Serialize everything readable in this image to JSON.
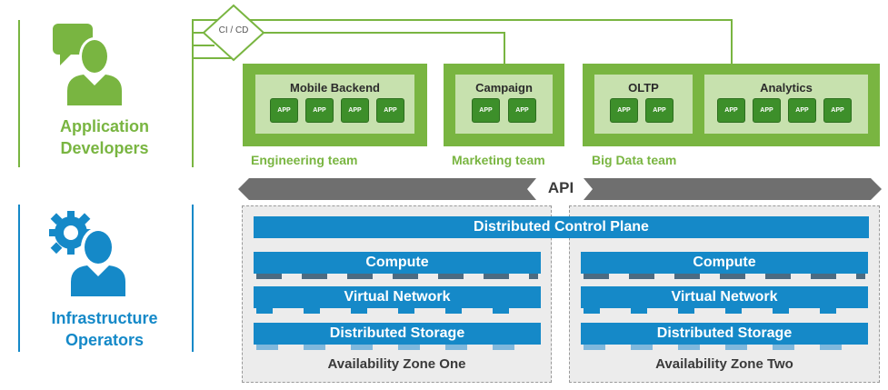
{
  "personas": {
    "developers": {
      "line1": "Application",
      "line2": "Developers",
      "icon": "developer-person-icon"
    },
    "operators": {
      "line1": "Infrastructure",
      "line2": "Operators",
      "icon": "operator-gear-person-icon"
    }
  },
  "cicd": {
    "label": "CI / CD"
  },
  "teams": {
    "engineering": {
      "label": "Engineering team",
      "project": "Mobile Backend",
      "apps": [
        "APP",
        "APP",
        "APP",
        "APP"
      ]
    },
    "marketing": {
      "label": "Marketing team",
      "project": "Campaign",
      "apps": [
        "APP",
        "APP"
      ]
    },
    "bigdata": {
      "label": "Big Data team",
      "projects": [
        {
          "title": "OLTP",
          "apps": [
            "APP",
            "APP"
          ]
        },
        {
          "title": "Analytics",
          "apps": [
            "APP",
            "APP",
            "APP",
            "APP"
          ]
        }
      ]
    }
  },
  "api": {
    "label": "API"
  },
  "control_plane": {
    "label": "Distributed Control Plane"
  },
  "zones": [
    {
      "name": "Availability Zone One",
      "layers": [
        "Compute",
        "Virtual Network",
        "Distributed Storage"
      ]
    },
    {
      "name": "Availability Zone Two",
      "layers": [
        "Compute",
        "Virtual Network",
        "Distributed Storage"
      ]
    }
  ],
  "colors": {
    "green": "#79b541",
    "light_green": "#c7e1ae",
    "app_green": "#3d8f2a",
    "blue": "#1589c8",
    "gray": "#6f6f6f"
  }
}
